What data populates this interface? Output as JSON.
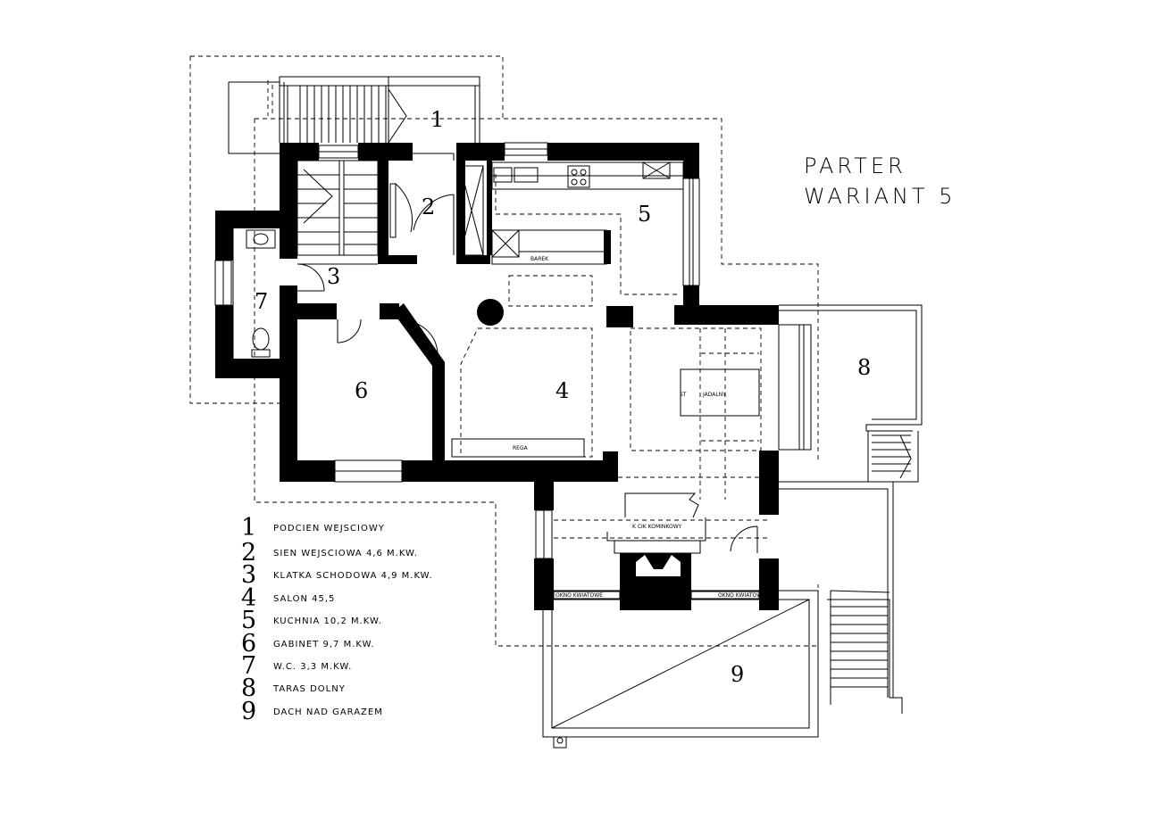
{
  "title": {
    "line1": "PARTER",
    "line2": "WARIANT 5"
  },
  "room_numbers": [
    "1",
    "2",
    "3",
    "4",
    "5",
    "6",
    "7",
    "8",
    "9"
  ],
  "furniture_labels": {
    "barek": "BAREK",
    "regal": "REGA",
    "stol": "ST",
    "jadalny": "JADALNY",
    "kominek": "K CIK KOMINKOWY",
    "okno_left": "OKNO KWIATOWE",
    "okno_right": "OKNO KWIATOWE"
  },
  "legend": [
    {
      "num": "1",
      "text": "PODCIEN WEJSCIOWY"
    },
    {
      "num": "2",
      "text": "SIEN WEJSCIOWA  4,6  M.KW."
    },
    {
      "num": "3",
      "text": "KLATKA SCHODOWA  4,9 M.KW."
    },
    {
      "num": "4",
      "text": "SALON  45,5"
    },
    {
      "num": "5",
      "text": "KUCHNIA  10,2 M.KW."
    },
    {
      "num": "6",
      "text": "GABINET  9,7  M.KW."
    },
    {
      "num": "7",
      "text": "W.C. 3,3 M.KW."
    },
    {
      "num": "8",
      "text": "TARAS DOLNY"
    },
    {
      "num": "9",
      "text": "DACH NAD GARAZEM"
    }
  ]
}
